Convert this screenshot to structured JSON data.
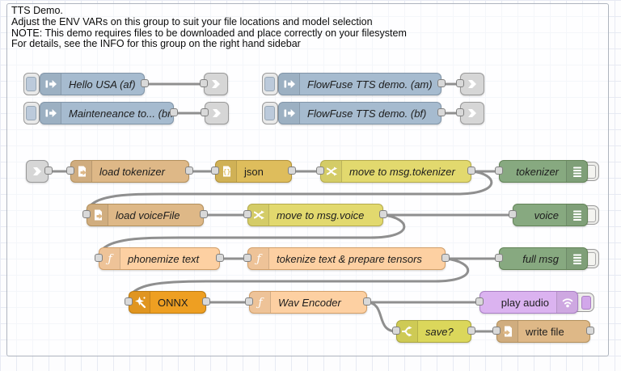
{
  "group": {
    "label_lines": [
      "TTS Demo.",
      "Adjust the ENV VARs on this group to suit your file locations and model selection",
      "NOTE: This demo requires files to be downloaded and place correctly on your filesystem",
      "For details, see the INFO for this group on the right hand sidebar"
    ]
  },
  "colors": {
    "inject": {
      "fill": "#a6bbcf",
      "border": "#8195a8"
    },
    "link": {
      "fill": "#d6d6d6",
      "border": "#999999"
    },
    "file": {
      "fill": "#deb887",
      "border": "#b3905c"
    },
    "json": {
      "fill": "#debd5c",
      "border": "#b2923a"
    },
    "change": {
      "fill": "#e2d96e",
      "border": "#b5ab4b"
    },
    "switch": {
      "fill": "#dbd75b",
      "border": "#aaa53e"
    },
    "debug": {
      "fill": "#87a980",
      "border": "#638457"
    },
    "function": {
      "fill": "#fdd0a2",
      "border": "#d3a06a"
    },
    "onnx": {
      "fill": "#ee9f22",
      "border": "#bb7a0f"
    },
    "audio": {
      "fill": "#dbb3f0",
      "border": "#a97fc4"
    },
    "wire": "#8f8f8f",
    "port_fill": "#d9d9d9",
    "port_border": "#808080"
  },
  "icons": {
    "inject": "arrow-into-bar",
    "link": "link-arrow",
    "file_out": "file-export",
    "file_in": "file-import",
    "json": "braces-document",
    "change": "shuffle-arrows",
    "switch": "fork-branch",
    "debug": "console-lines",
    "function": "f-symbol",
    "onnx": "magic-wand",
    "audio": "sound-waves"
  },
  "nodes": {
    "inject_hello": {
      "label": "Hello USA (af)"
    },
    "inject_maintenance": {
      "label": "Mainteneance to... (bm)"
    },
    "inject_am": {
      "label": "FlowFuse TTS demo. (am)"
    },
    "inject_bf": {
      "label": "FlowFuse TTS demo. (bf)"
    },
    "load_tokenizer": {
      "label": "load tokenizer"
    },
    "json": {
      "label": "json"
    },
    "move_tokenizer": {
      "label": "move to msg.tokenizer"
    },
    "debug_tokenizer": {
      "label": "tokenizer"
    },
    "load_voicefile": {
      "label": "load voiceFile"
    },
    "move_voice": {
      "label": "move to msg.voice"
    },
    "debug_voice": {
      "label": "voice"
    },
    "phonemize": {
      "label": "phonemize text"
    },
    "tokenize": {
      "label": "tokenize text & prepare tensors"
    },
    "debug_fullmsg": {
      "label": "full msg"
    },
    "onnx": {
      "label": "ONNX"
    },
    "wav_encoder": {
      "label": "Wav Encoder"
    },
    "play_audio": {
      "label": "play audio"
    },
    "switch_save": {
      "label": "save?"
    },
    "write_file": {
      "label": "write file"
    }
  }
}
